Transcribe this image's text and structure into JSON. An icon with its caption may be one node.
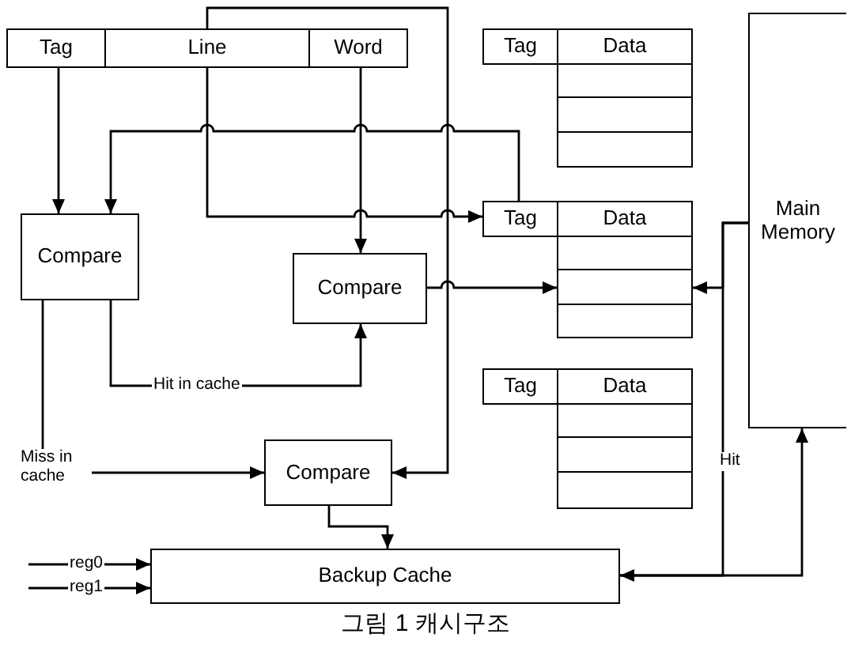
{
  "diagram": {
    "caption": "그림 1 캐시구조",
    "nodes": [
      {
        "text": [
          "Tag"
        ]
      },
      {
        "text": [
          "Line"
        ]
      },
      {
        "text": [
          "Word"
        ]
      },
      {
        "text": [
          "Tag"
        ]
      },
      {
        "text": [
          "Data"
        ]
      },
      {
        "text": [],
        "shape": "box"
      },
      {
        "text": [],
        "shape": "box"
      },
      {
        "text": [],
        "shape": "box"
      },
      {
        "text": [
          "Main Memory"
        ]
      },
      {
        "text": [
          "Compare"
        ]
      },
      {
        "text": [
          "Tag"
        ]
      },
      {
        "text": [
          "Data"
        ]
      },
      {
        "text": [],
        "shape": "box"
      },
      {
        "text": [],
        "shape": "box"
      },
      {
        "text": [],
        "shape": "box"
      },
      {
        "text": [
          "Compare"
        ]
      },
      {
        "text": [
          "Tag"
        ]
      },
      {
        "text": [
          "Data"
        ]
      },
      {
        "text": [],
        "shape": "box"
      },
      {
        "text": [],
        "shape": "box"
      },
      {
        "text": [],
        "shape": "box"
      },
      {
        "text": [
          "Compare"
        ]
      },
      {
        "text": [
          "Backup Cache"
        ]
      }
    ],
    "edges": [
      {
        "from": 0,
        "to": 9,
        "arrow": "to"
      },
      {
        "from": 10,
        "to": 9,
        "arrow": "to"
      },
      {
        "from": 1,
        "to": 10,
        "arrow": "to"
      },
      {
        "from": 2,
        "to": 15,
        "arrow": "to"
      },
      {
        "from": 15,
        "to": 13,
        "arrow": "to"
      },
      {
        "from": 9,
        "to": 15,
        "arrow": "to",
        "label": "Hit in cache"
      },
      {
        "from": 9,
        "to": 21,
        "arrow": "to",
        "label": "Miss in cache"
      },
      {
        "from": 1,
        "to": 21,
        "arrow": "to"
      },
      {
        "from": 21,
        "to": 22,
        "arrow": "to"
      },
      {
        "from": 8,
        "to": 13,
        "arrow": "to"
      },
      {
        "from": 8,
        "to": 22,
        "arrow": "to",
        "label": "Hit"
      },
      {
        "from": 22,
        "to": 8,
        "arrow": "to"
      },
      {
        "from": null,
        "to": 22,
        "arrow": "to",
        "label": "reg0"
      },
      {
        "from": null,
        "to": 22,
        "arrow": "to",
        "label": "reg1"
      }
    ]
  }
}
